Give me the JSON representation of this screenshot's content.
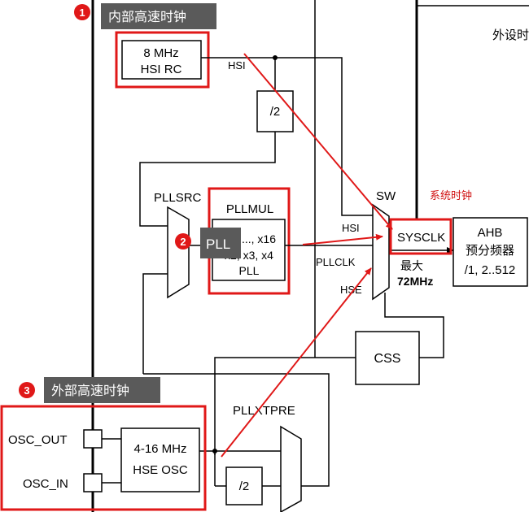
{
  "callouts": [
    {
      "num": "1",
      "label": "内部高速时钟"
    },
    {
      "num": "2",
      "label": "PLL"
    },
    {
      "num": "3",
      "label": "外部高速时钟"
    }
  ],
  "annotations": {
    "sysclk_note": "系统时钟",
    "periph_label": "外设时"
  },
  "blocks": {
    "hsi_rc": [
      "8 MHz",
      "HSI RC"
    ],
    "div2_hsi": "/2",
    "pllmul_title": "PLLMUL",
    "pll_box": [
      "..., x16",
      "x2, x3, x4",
      "PLL"
    ],
    "sysclk": "SYSCLK",
    "ahb": [
      "AHB",
      "预分频器",
      "/1, 2..512"
    ],
    "css": "CSS",
    "hse_osc": [
      "4-16 MHz",
      "HSE OSC"
    ],
    "div2_hse": "/2",
    "max": [
      "最大",
      "72MHz"
    ]
  },
  "signals": {
    "hsi_top": "HSI",
    "pllsrc": "PLLSRC",
    "sw": "SW",
    "hsi_sw": "HSI",
    "pllclk": "PLLCLK",
    "hse_sw": "HSE",
    "pllxtpre": "PLLXTPRE",
    "osc_out": "OSC_OUT",
    "osc_in": "OSC_IN"
  },
  "colors": {
    "highlight": "#e01818",
    "callout_badge": "#e01818",
    "callout_label_bg": "#5a5a5a"
  }
}
